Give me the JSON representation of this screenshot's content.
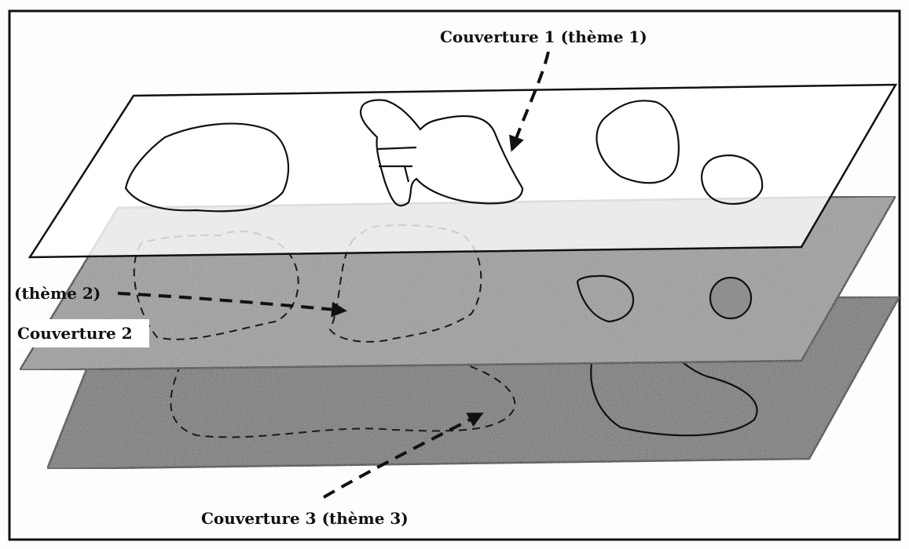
{
  "labels": {
    "cover1": "Couverture 1 (thème 1)",
    "theme2": "(thème 2)",
    "cover2": "Couverture 2",
    "cover3": "Couverture 3 (thème 3)"
  },
  "colors": {
    "layer2_fill": "#9a9a9a",
    "layer3_fill": "#6e6e6e",
    "layer1_fill": "#ffffff",
    "ink": "#111111"
  }
}
